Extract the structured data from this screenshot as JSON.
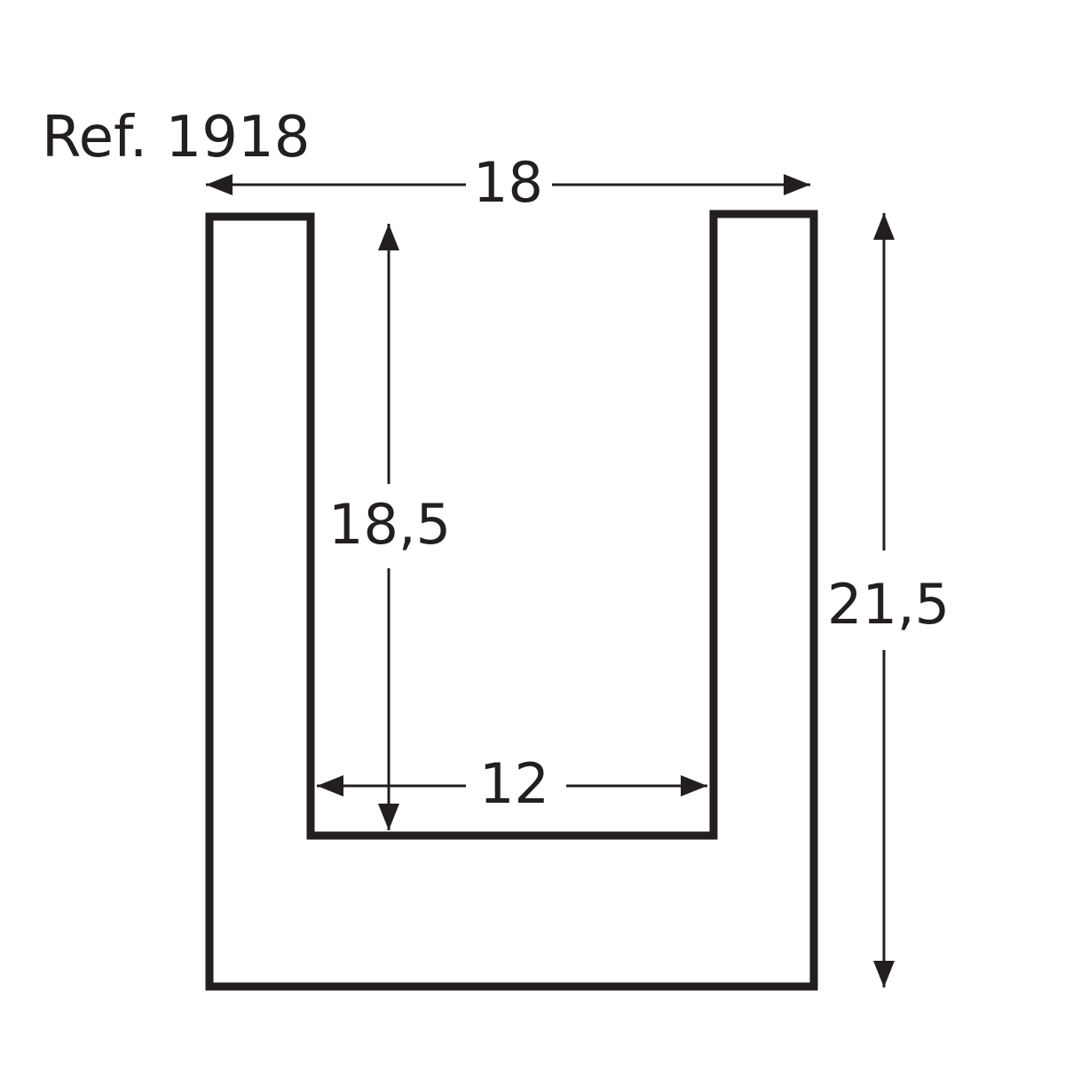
{
  "title": "Ref. 1918",
  "colors": {
    "stroke": "#231f20",
    "background": "#ffffff"
  },
  "dimensions": {
    "outer_width": "18",
    "inner_depth": "18,5",
    "inner_width": "12",
    "outer_height": "21,5"
  }
}
